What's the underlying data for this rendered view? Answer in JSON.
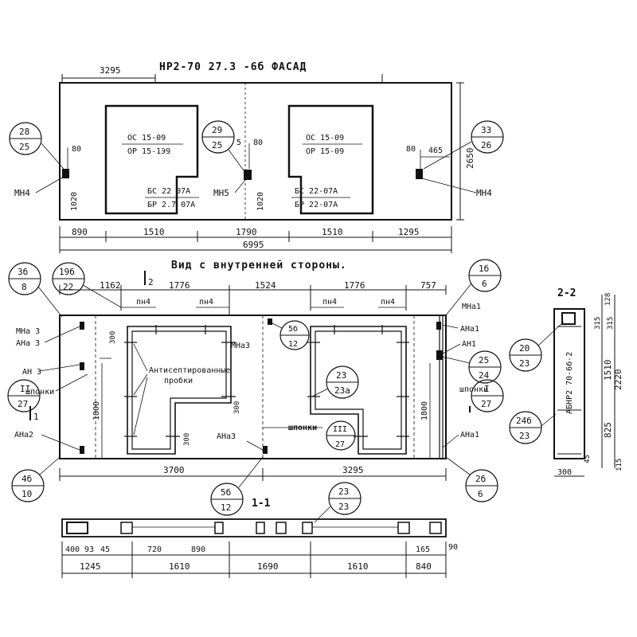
{
  "facade": {
    "title": "НР2-70 27.3 -6б  ФАСАД",
    "dim_top": "3295",
    "bubbles": {
      "left": {
        "top": "28",
        "bottom": "25"
      },
      "middle": {
        "top": "29",
        "bottom": "25"
      },
      "right": {
        "top": "33",
        "bottom": "26"
      }
    },
    "window_left": {
      "line1": "ОС 15-09",
      "line2": "ОР 15-1Э9",
      "line3": "БС 22 07А",
      "line4": "БР 2.7 07А"
    },
    "window_right": {
      "line1": "ОС 15-09",
      "line2": "ОР 15-09",
      "line3": "БС 22-07А",
      "line4": "БР 22-07А"
    },
    "labels": {
      "mn_left": "МН4",
      "mn_mid": "МН5",
      "mn_right": "МН4"
    },
    "small_dims": {
      "d80a": "80",
      "d5": "5",
      "d80b": "80",
      "d80c": "80",
      "d465": "465",
      "d1020a": "1020",
      "d1020b": "1020",
      "height": "2650"
    },
    "dims_bottom": [
      "890",
      "1510",
      "1790",
      "1510",
      "1295"
    ],
    "total": "6995"
  },
  "inside": {
    "title": "Вид с внутренней стороны.",
    "dims_top": [
      "1162",
      "1776",
      "1524",
      "1776",
      "757"
    ],
    "section_mark": "2",
    "bubbles": {
      "b36": {
        "top": "3б",
        "bottom": "8"
      },
      "b19": {
        "top": "19б",
        "bottom": "22"
      },
      "b16": {
        "top": "1б",
        "bottom": "6"
      },
      "b56": {
        "top": "5б",
        "bottom": "12"
      },
      "b23a": {
        "top": "23",
        "bottom": "23а"
      },
      "b25": {
        "top": "25",
        "bottom": "24"
      },
      "bII": {
        "top": "II",
        "bottom": "27"
      },
      "bI": {
        "top": "I",
        "bottom": "27"
      },
      "bIII": {
        "top": "III",
        "bottom": "27"
      },
      "b46": {
        "top": "4б",
        "bottom": "10"
      },
      "b26": {
        "top": "2б",
        "bottom": "6"
      },
      "b56b": {
        "top": "5б",
        "bottom": "12"
      }
    },
    "labels": {
      "pn1": "пн4",
      "pn2": "пн4",
      "pn3": "пн4",
      "pn4": "пн4",
      "mna3": "МНа 3",
      "ana3": "АНа 3",
      "an3": "АН 3",
      "shponki_l": "шпонки",
      "ana2": "АНа2",
      "mna1": "МНа1",
      "ana1_top": "АНа1",
      "an1": "АН1",
      "shponki_r": "шпонки",
      "ana1_bot": "АНа1",
      "mna3_mid": "МНа3",
      "antisept": "Антисептированные",
      "probki": "пробки",
      "ana3_bot": "АНа3",
      "shponki_mid": "шпонки"
    },
    "small_dims": {
      "d300a": "300",
      "d300b": "300",
      "d300c": "300",
      "h1800l": "1800",
      "h1800r": "1800"
    },
    "dims_bottom": [
      "3700",
      "3295"
    ],
    "section_mark_left": "1"
  },
  "section_11": {
    "title": "1-1",
    "bubble": {
      "top": "23",
      "bottom": "23"
    },
    "dims_top": [
      "400",
      "93",
      "45",
      "720",
      "890",
      "165",
      "90"
    ],
    "dims_bottom": [
      "1245",
      "1610",
      "1690",
      "1610",
      "840"
    ]
  },
  "section_22": {
    "title": "2-2",
    "label": "АБНР2 70-6б-2",
    "bubbles": {
      "b20": {
        "top": "20",
        "bottom": "23"
      },
      "b246": {
        "top": "24б",
        "bottom": "23"
      }
    },
    "dims": [
      "128",
      "315",
      "315",
      "1510",
      "2220",
      "825",
      "115",
      "45",
      "300"
    ]
  }
}
